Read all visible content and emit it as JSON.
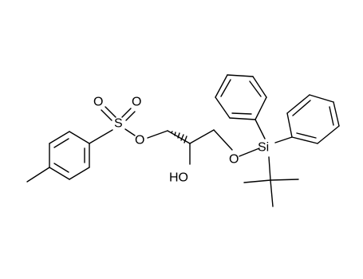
{
  "diagram": {
    "type": "chemical-structure",
    "atom_labels": {
      "sulfur": "S",
      "sulfonyl_oxygen_1": "O",
      "sulfonyl_oxygen_2": "O",
      "ester_oxygen": "O",
      "hydroxyl": "HO",
      "silyl_ether_oxygen": "O",
      "silicon": "Si"
    },
    "colors": {
      "bond": "#000000",
      "label": "#000000",
      "background": "#ffffff"
    }
  }
}
